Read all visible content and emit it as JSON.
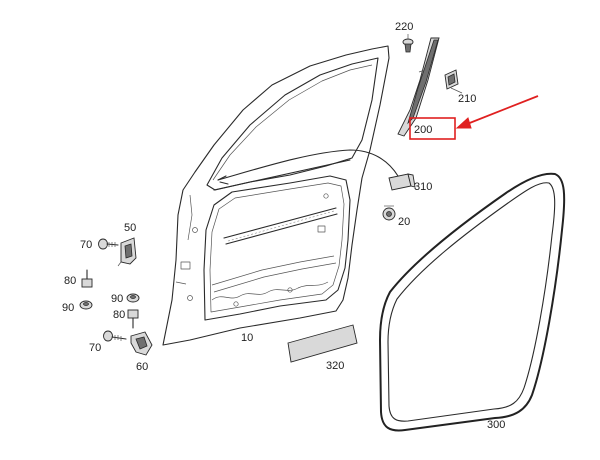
{
  "parts": {
    "p10": "10",
    "p20": "20",
    "p50": "50",
    "p60": "60",
    "p70a": "70",
    "p70b": "70",
    "p80a": "80",
    "p80b": "80",
    "p90a": "90",
    "p90b": "90",
    "p200": "200",
    "p210": "210",
    "p220": "220",
    "p300": "300",
    "p310": "310",
    "p320": "320"
  },
  "highlight": {
    "color": "#e02020",
    "part": "200"
  }
}
